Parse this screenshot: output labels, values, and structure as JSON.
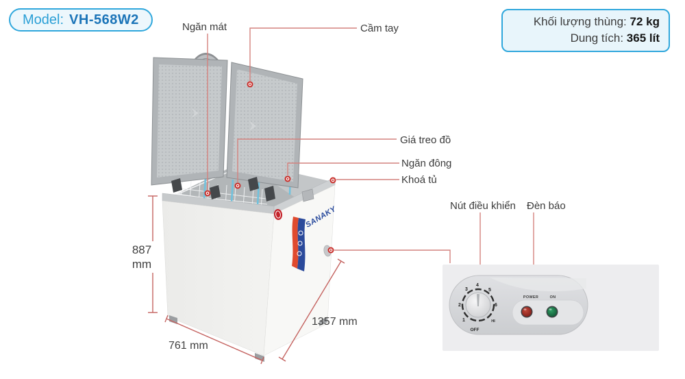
{
  "badge": {
    "label": "Model:",
    "value": "VH-568W2"
  },
  "specs": {
    "weight_label": "Khối lượng thùng:",
    "weight_value": "72 kg",
    "capacity_label": "Dung tích:",
    "capacity_value": "365 lít"
  },
  "annotations": {
    "ngan_mat": "Ngăn mát",
    "cam_tay": "Cầm tay",
    "gia_treo_do": "Giá treo đồ",
    "ngan_dong": "Ngăn đông",
    "khoa_tu": "Khoá tủ",
    "nut_dieu_khien": "Nút điều khiển",
    "den_bao": "Đèn báo"
  },
  "dimensions": {
    "height_value": "887",
    "height_unit": "mm",
    "depth": "761 mm",
    "width": "1357 mm"
  },
  "product": {
    "brand": "SANAKY"
  },
  "control_panel": {
    "dial_numbers": [
      "1",
      "2",
      "3",
      "4",
      "5",
      "6"
    ],
    "off_label": "OFF",
    "hi_label": "HI",
    "power_label": "POWER",
    "on_label": "ON"
  },
  "colors": {
    "accent_blue_border": "#2fa7dc",
    "badge_text_blue": "#2a9fd6",
    "badge_value_blue": "#1b74b8",
    "leader_line": "#d4827e",
    "dimension_line": "#c4625f",
    "marker_red": "#c9302c",
    "power_light": "#8a1712",
    "on_light": "#10593a"
  }
}
